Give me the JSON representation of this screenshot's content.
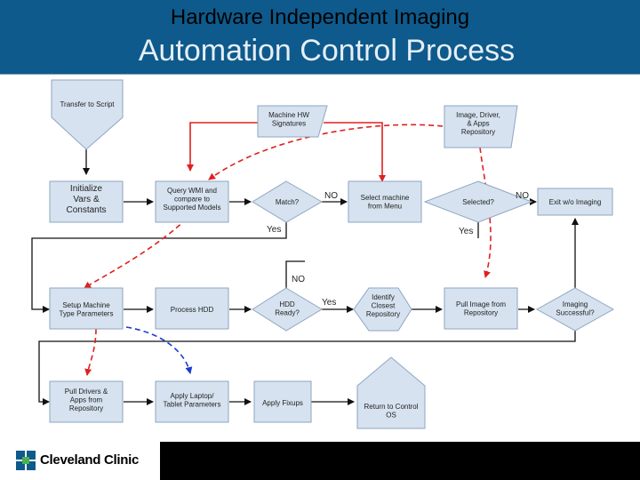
{
  "title": {
    "line1": "Hardware Independent Imaging",
    "line2": "Automation Control Process"
  },
  "footer": {
    "brand": "Cleveland Clinic"
  },
  "colors": {
    "header_bg": "#0e5a8c",
    "box_fill": "#d6e2ef",
    "box_stroke": "#8ea6c2",
    "red_arrow": "#e02020",
    "blue_arrow": "#1a3ccf"
  },
  "diagram": {
    "nodes": {
      "transfer": [
        "Transfer to Script"
      ],
      "init": [
        "Initialize",
        "Vars &",
        "Constants"
      ],
      "query": [
        "Query WMI and",
        "compare to",
        "Supported Models"
      ],
      "match": [
        "Match?"
      ],
      "hw_sig": [
        "Machine HW",
        "Signatures"
      ],
      "select": [
        "Select machine",
        "from Menu"
      ],
      "repo": [
        "Image, Driver,",
        "& Apps",
        "Repository"
      ],
      "selected": [
        "Selected?"
      ],
      "exit": [
        "Exit w/o Imaging"
      ],
      "setup": [
        "Setup Machine",
        "Type Parameters"
      ],
      "process": [
        "Process HDD"
      ],
      "hdd": [
        "HDD",
        "Ready?"
      ],
      "identify": [
        "Identify",
        "Closest",
        "Repository"
      ],
      "pull_image": [
        "Pull Image from",
        "Repository"
      ],
      "success": [
        "Imaging",
        "Successful?"
      ],
      "pull_drivers": [
        "Pull Drivers &",
        "Apps from",
        "Repository"
      ],
      "apply_laptop": [
        "Apply Laptop/",
        "Tablet Parameters"
      ],
      "fixups": [
        "Apply Fixups"
      ],
      "return": [
        "Return to Control",
        "OS"
      ]
    },
    "labels": {
      "no_match": "NO",
      "yes_match": "Yes",
      "no_selected": "NO",
      "yes_selected": "Yes",
      "no_hdd": "NO",
      "yes_hdd": "Yes"
    }
  }
}
